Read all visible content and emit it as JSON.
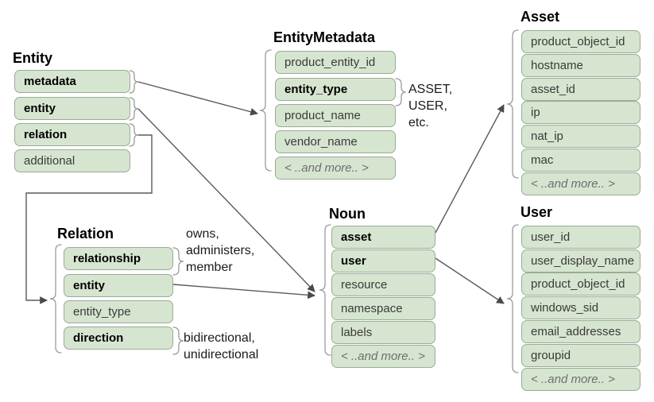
{
  "diagram": {
    "title_semantic": "udm-entity-data-model",
    "palette": {
      "field_fill": "#d6e5d0",
      "field_border": "#9aab96",
      "text": "#3a3a3a",
      "bold_text": "#000000",
      "muted_text": "#6f6f6f",
      "wire": "#5a5a5a",
      "brace": "#9a9a9a",
      "background": "#ffffff"
    },
    "more_label": "< ..and more.. >",
    "groups": [
      {
        "key": "entity",
        "title": "Entity",
        "fields": [
          {
            "label": "metadata",
            "bold": true,
            "more": false
          },
          {
            "label": "entity",
            "bold": true,
            "more": false
          },
          {
            "label": "relation",
            "bold": true,
            "more": false
          },
          {
            "label": "additional",
            "bold": false,
            "more": false
          }
        ]
      },
      {
        "key": "entity_metadata",
        "title": "EntityMetadata",
        "fields": [
          {
            "label": "product_entity_id",
            "bold": false,
            "more": false
          },
          {
            "label": "entity_type",
            "bold": true,
            "more": false
          },
          {
            "label": "product_name",
            "bold": false,
            "more": false
          },
          {
            "label": "vendor_name",
            "bold": false,
            "more": false
          },
          {
            "label": "< ..and more.. >",
            "bold": false,
            "more": true
          }
        ]
      },
      {
        "key": "asset",
        "title": "Asset",
        "fields": [
          {
            "label": "product_object_id",
            "bold": false,
            "more": false
          },
          {
            "label": "hostname",
            "bold": false,
            "more": false
          },
          {
            "label": "asset_id",
            "bold": false,
            "more": false
          },
          {
            "label": "ip",
            "bold": false,
            "more": false
          },
          {
            "label": "nat_ip",
            "bold": false,
            "more": false
          },
          {
            "label": "mac",
            "bold": false,
            "more": false
          },
          {
            "label": "< ..and more.. >",
            "bold": false,
            "more": true
          }
        ]
      },
      {
        "key": "relation",
        "title": "Relation",
        "fields": [
          {
            "label": "relationship",
            "bold": true,
            "more": false
          },
          {
            "label": "entity",
            "bold": true,
            "more": false
          },
          {
            "label": "entity_type",
            "bold": false,
            "more": false
          },
          {
            "label": "direction",
            "bold": true,
            "more": false
          }
        ]
      },
      {
        "key": "noun",
        "title": "Noun",
        "fields": [
          {
            "label": "asset",
            "bold": true,
            "more": false
          },
          {
            "label": "user",
            "bold": true,
            "more": false
          },
          {
            "label": "resource",
            "bold": false,
            "more": false
          },
          {
            "label": "namespace",
            "bold": false,
            "more": false
          },
          {
            "label": "labels",
            "bold": false,
            "more": false
          },
          {
            "label": "< ..and more.. >",
            "bold": false,
            "more": true
          }
        ]
      },
      {
        "key": "user",
        "title": "User",
        "fields": [
          {
            "label": "user_id",
            "bold": false,
            "more": false
          },
          {
            "label": "user_display_name",
            "bold": false,
            "more": false
          },
          {
            "label": "product_object_id",
            "bold": false,
            "more": false
          },
          {
            "label": "windows_sid",
            "bold": false,
            "more": false
          },
          {
            "label": "email_addresses",
            "bold": false,
            "more": false
          },
          {
            "label": "groupid",
            "bold": false,
            "more": false
          },
          {
            "label": "< ..and more.. >",
            "bold": false,
            "more": true
          }
        ]
      }
    ],
    "annotations": [
      {
        "key": "entity_type_values",
        "text": "ASSET,\nUSER,\netc."
      },
      {
        "key": "relationship_values",
        "text": "owns,\nadministers,\nmember"
      },
      {
        "key": "direction_values",
        "text": "bidirectional,\nunidirectional"
      }
    ]
  }
}
